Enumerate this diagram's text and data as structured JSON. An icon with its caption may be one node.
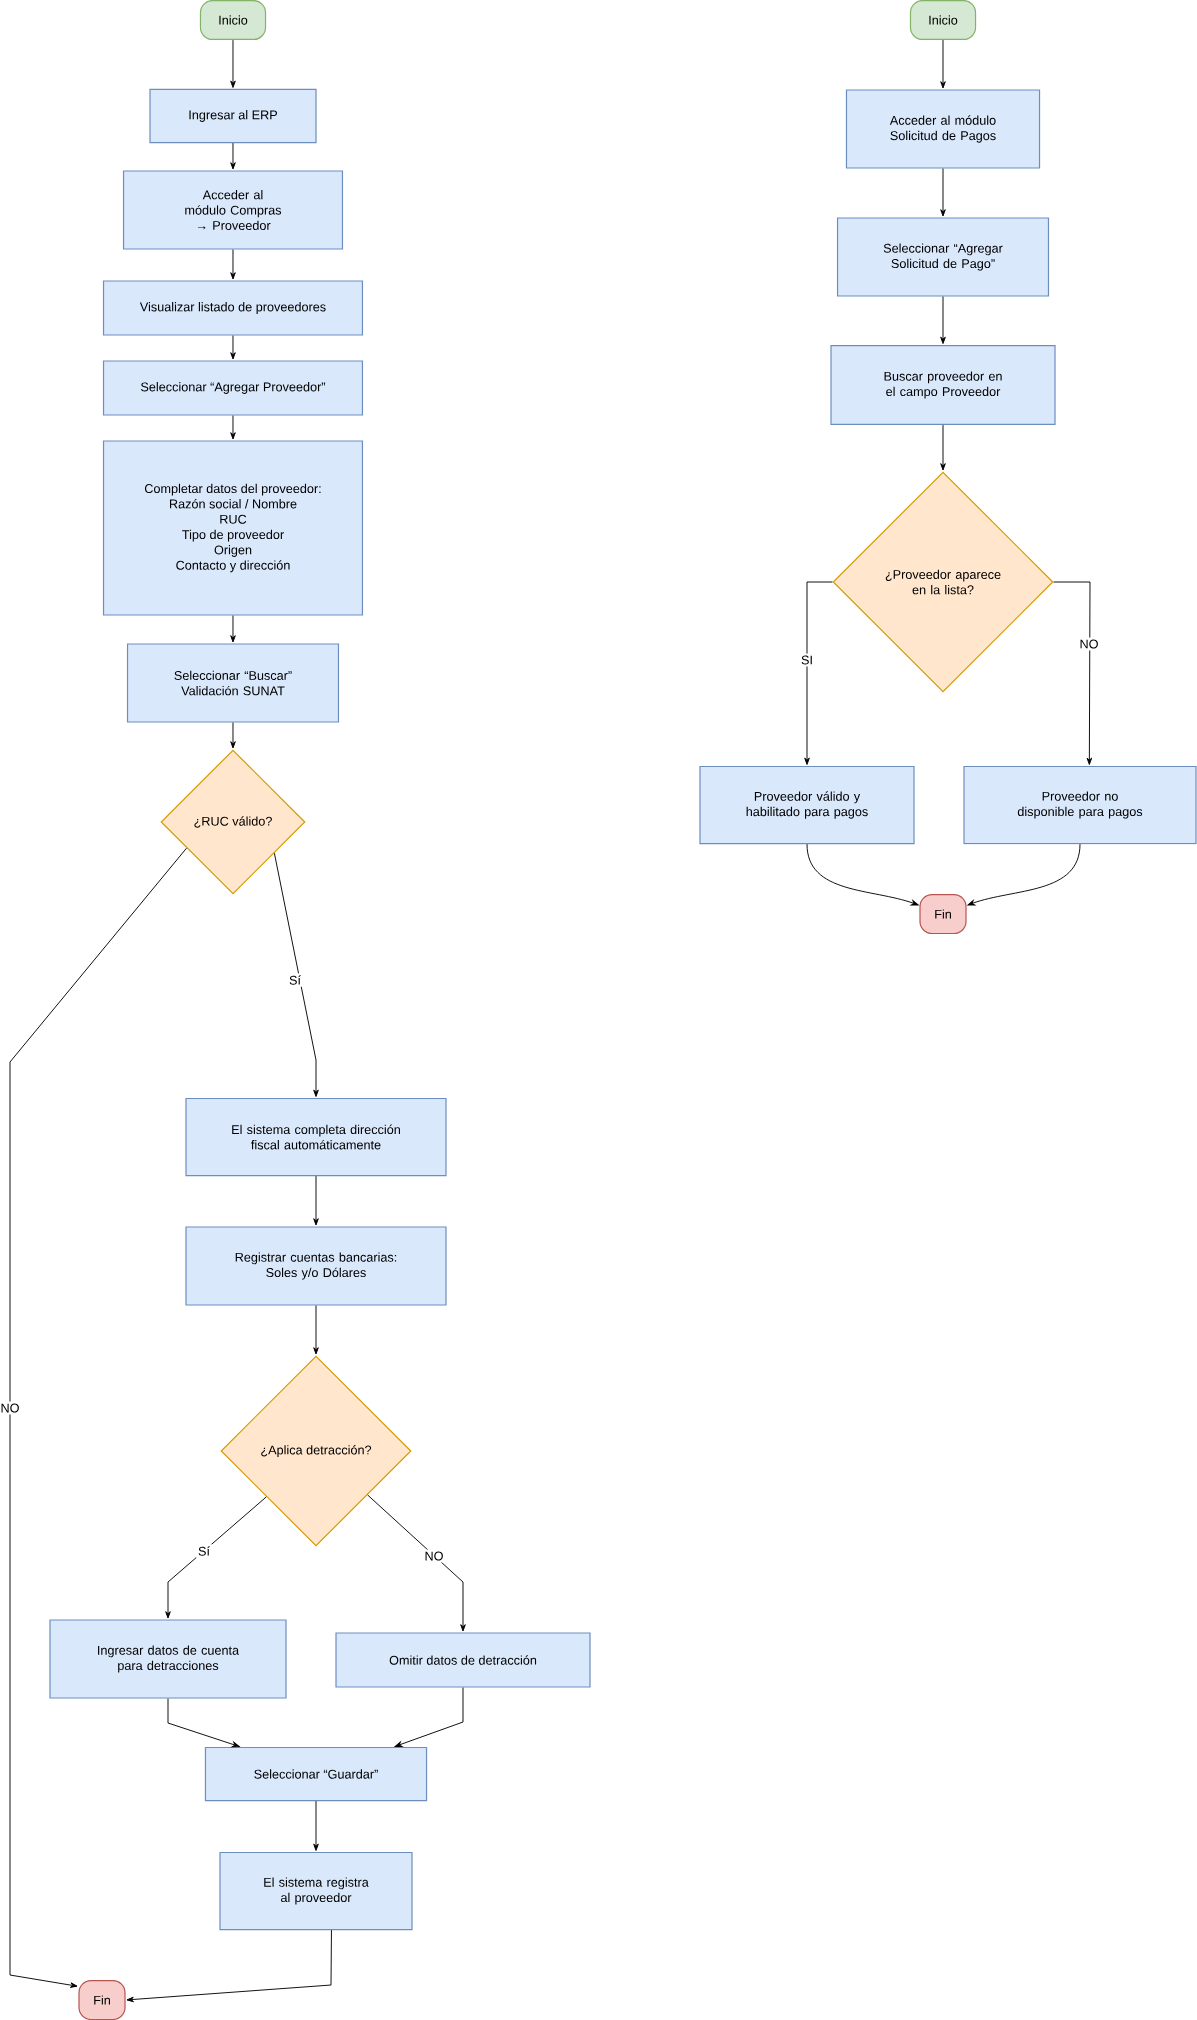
{
  "diagram": {
    "nodes": [
      {
        "text": [
          "Inicio"
        ]
      },
      {
        "text": [
          "Ingresar al ERP"
        ]
      },
      {
        "text": [
          "Acceder al módulo Compras → Proveedor"
        ]
      },
      {
        "text": [
          "Visualizar listado de proveedores"
        ]
      },
      {
        "text": [
          "Seleccionar “Agregar Proveedor”"
        ]
      },
      {
        "text": [
          "Completar datos del proveedor:",
          "Razón social / Nombre",
          "RUC",
          "Tipo de proveedor",
          "Origen",
          "Contacto y dirección"
        ]
      },
      {
        "text": [
          "Seleccionar “Buscar” Validación SUNAT"
        ]
      },
      {
        "text": [
          "¿RUC válido?"
        ]
      },
      {
        "text": [
          "El sistema completa dirección fiscal automáticamente"
        ]
      },
      {
        "text": [
          "Registrar cuentas bancarias: Soles y/o Dólares"
        ]
      },
      {
        "text": [
          "¿Aplica detracción?"
        ]
      },
      {
        "text": [
          "Ingresar datos de cuenta para detracciones"
        ]
      },
      {
        "text": [
          "Omitir datos de detracción"
        ]
      },
      {
        "text": [
          "Seleccionar “Guardar”"
        ]
      },
      {
        "text": [
          "El sistema registra al proveedor"
        ]
      },
      {
        "text": [
          "Fin"
        ]
      },
      {
        "text": [
          "Inicio"
        ]
      },
      {
        "text": [
          "Acceder al módulo Solicitud de Pagos"
        ]
      },
      {
        "text": [
          "Seleccionar “Agregar Solicitud de Pago”"
        ]
      },
      {
        "text": [
          "Buscar proveedor en el campo Proveedor"
        ]
      },
      {
        "text": [
          "¿Proveedor aparece en la lista?"
        ]
      },
      {
        "text": [
          "Proveedor válido y habilitado para pagos"
        ]
      },
      {
        "text": [
          "Proveedor no disponible para pagos"
        ]
      },
      {
        "text": [
          "Fin"
        ]
      }
    ],
    "edges": [
      {
        "from": 0,
        "to": 1,
        "arrow": "to"
      },
      {
        "from": 1,
        "to": 2,
        "arrow": "to"
      },
      {
        "from": 2,
        "to": 3,
        "arrow": "to"
      },
      {
        "from": 3,
        "to": 4,
        "arrow": "to"
      },
      {
        "from": 4,
        "to": 5,
        "arrow": "to"
      },
      {
        "from": 5,
        "to": 6,
        "arrow": "to"
      },
      {
        "from": 6,
        "to": 7,
        "arrow": "to"
      },
      {
        "from": 7,
        "to": 8,
        "arrow": "to",
        "label": "Sí"
      },
      {
        "from": 7,
        "to": 15,
        "arrow": "to",
        "label": "NO"
      },
      {
        "from": 8,
        "to": 9,
        "arrow": "to"
      },
      {
        "from": 9,
        "to": 10,
        "arrow": "to"
      },
      {
        "from": 10,
        "to": 11,
        "arrow": "to",
        "label": "Sí"
      },
      {
        "from": 10,
        "to": 12,
        "arrow": "to",
        "label": "NO"
      },
      {
        "from": 11,
        "to": 13,
        "arrow": "to"
      },
      {
        "from": 12,
        "to": 13,
        "arrow": "to"
      },
      {
        "from": 13,
        "to": 14,
        "arrow": "to"
      },
      {
        "from": 14,
        "to": 15,
        "arrow": "to"
      },
      {
        "from": 16,
        "to": 17,
        "arrow": "to"
      },
      {
        "from": 17,
        "to": 18,
        "arrow": "to"
      },
      {
        "from": 18,
        "to": 19,
        "arrow": "to"
      },
      {
        "from": 19,
        "to": 20,
        "arrow": "to"
      },
      {
        "from": 20,
        "to": 21,
        "arrow": "to",
        "label": "SI"
      },
      {
        "from": 20,
        "to": 22,
        "arrow": "to",
        "label": "NO"
      },
      {
        "from": 21,
        "to": 23,
        "arrow": "to"
      },
      {
        "from": 22,
        "to": 23,
        "arrow": "to"
      }
    ]
  }
}
